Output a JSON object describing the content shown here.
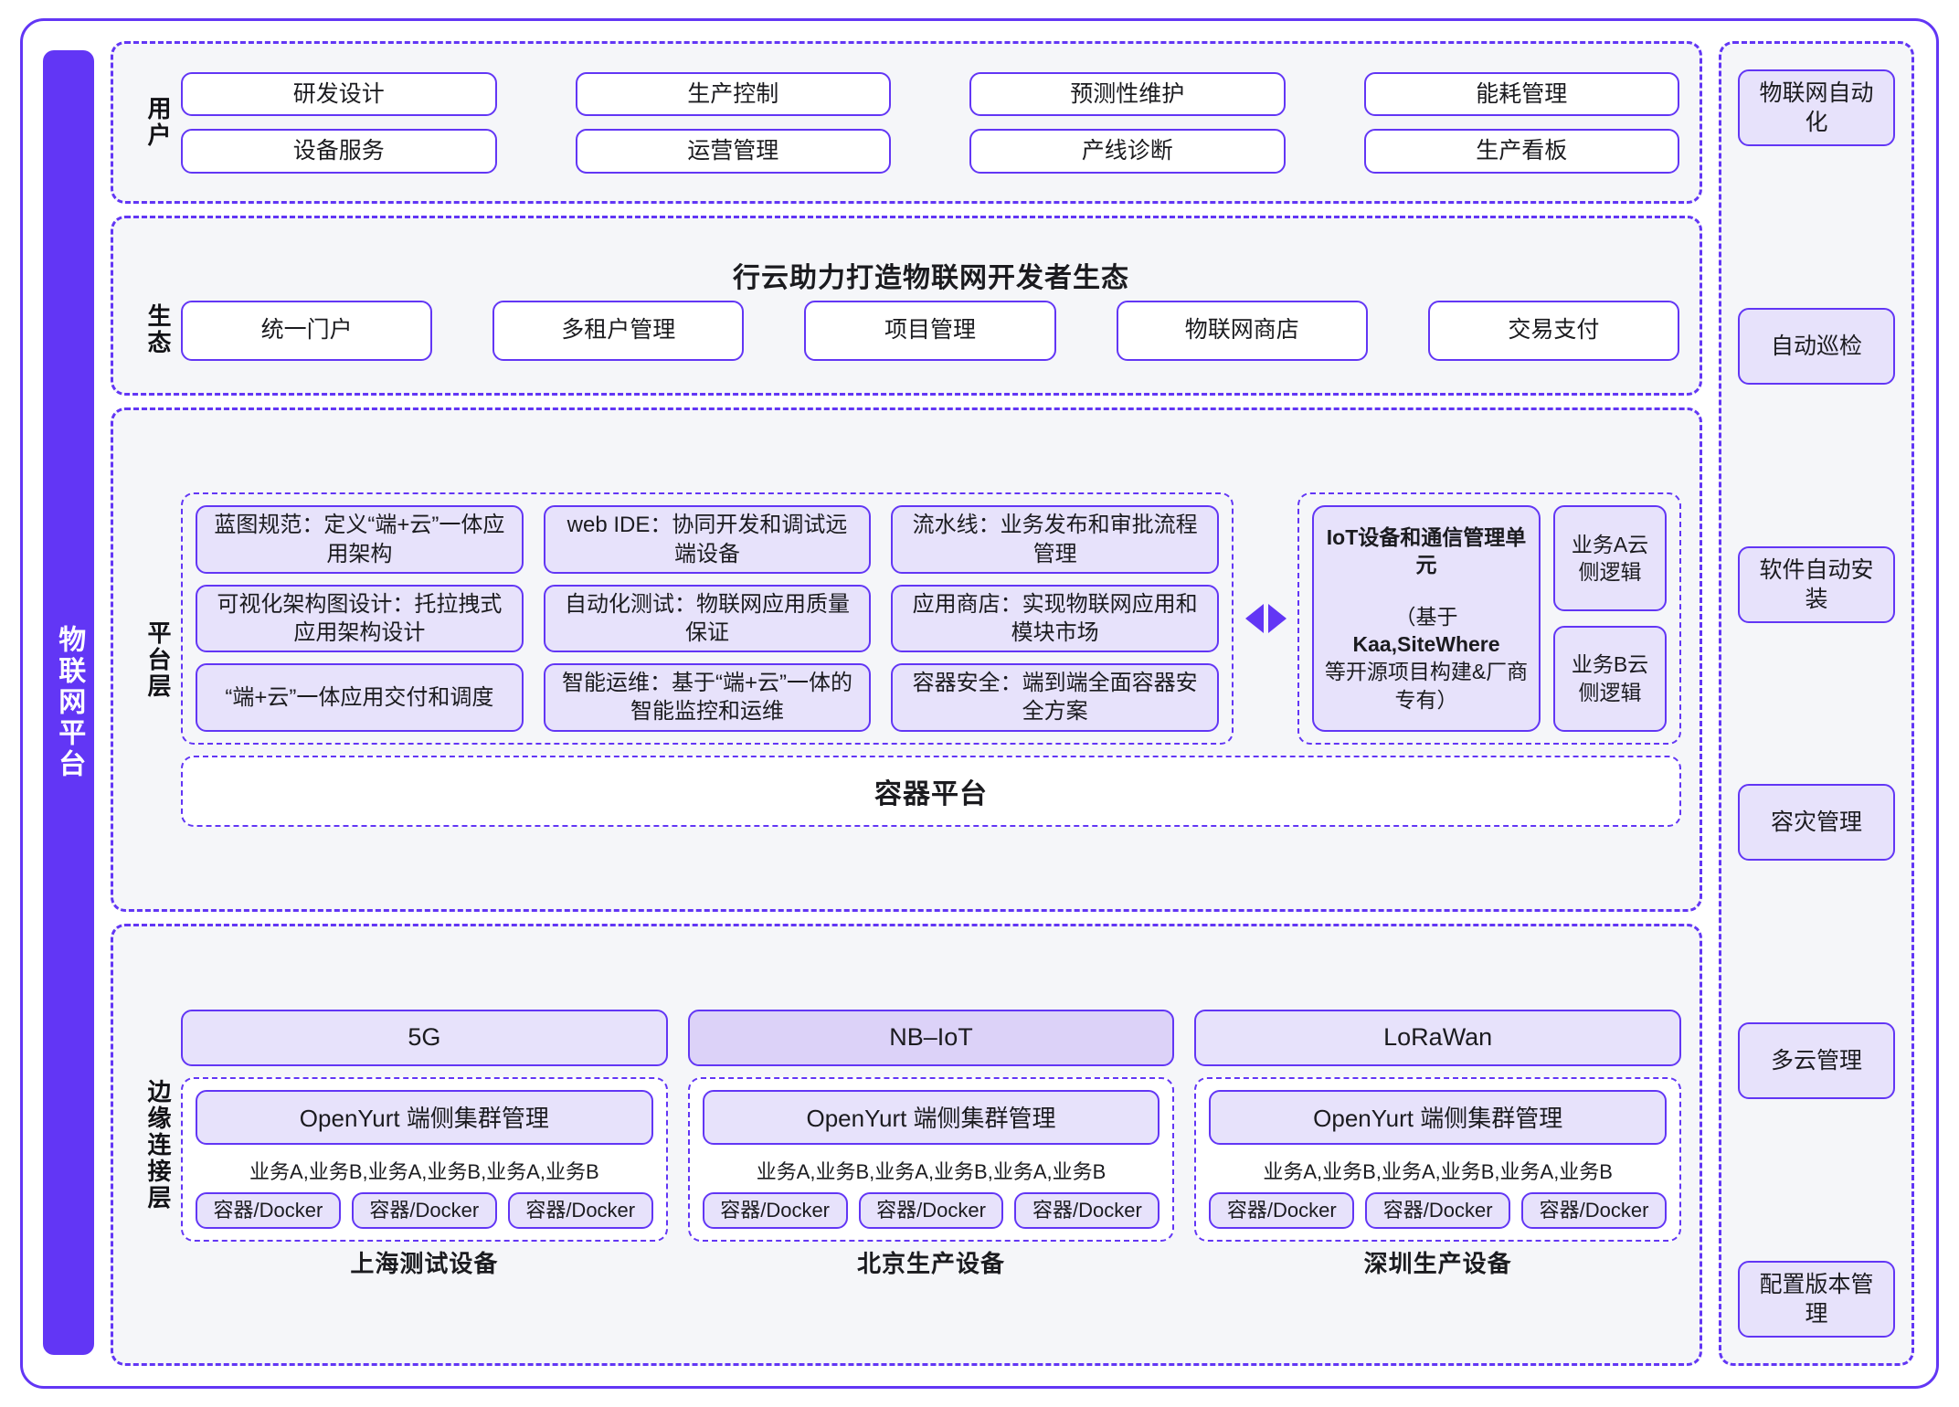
{
  "spine": {
    "label": "物联网平台"
  },
  "layers": {
    "user": {
      "label": "用户",
      "items": [
        "研发设计",
        "生产控制",
        "预测性维护",
        "能耗管理",
        "设备服务",
        "运营管理",
        "产线诊断",
        "生产看板"
      ]
    },
    "ecosystem": {
      "label": "生态",
      "title": "行云助力打造物联网开发者生态",
      "items": [
        "统一门户",
        "多租户管理",
        "项目管理",
        "物联网商店",
        "交易支付"
      ]
    },
    "platform": {
      "label": "平台层",
      "capabilities": [
        "蓝图规范：定义“端+云”一体应用架构",
        "web IDE：协同开发和调试远端设备",
        "流水线：业务发布和审批流程管理",
        "可视化架构图设计：托拉拽式应用架构设计",
        "自动化测试：物联网应用质量保证",
        "应用商店：实现物联网应用和模块市场",
        "“端+云”一体应用交付和调度",
        "智能运维：基于“端+云”一体的智能监控和运维",
        "容器安全：端到端全面容器安全方案"
      ],
      "iot_unit": {
        "head": "IoT设备和通信管理单元",
        "sub_open": "（基于",
        "kaa": "Kaa,SiteWhere",
        "sub_tail": "等开源项目构建&厂商专有）"
      },
      "business_logic": [
        "业务A云侧逻辑",
        "业务B云侧逻辑"
      ],
      "container_platform": "容器平台",
      "arrow_left_icon": "triangle-left-icon",
      "arrow_right_icon": "triangle-right-icon"
    },
    "edge": {
      "label": "边缘连接层",
      "networks": [
        "5G",
        "NB–IoT",
        "LoRaWan"
      ],
      "sites": [
        {
          "cluster": "OpenYurt 端侧集群管理",
          "business": "业务A,业务B,业务A,业务B,业务A,业务B",
          "containers": [
            "容器/Docker",
            "容器/Docker",
            "容器/Docker"
          ],
          "name": "上海测试设备"
        },
        {
          "cluster": "OpenYurt 端侧集群管理",
          "business": "业务A,业务B,业务A,业务B,业务A,业务B",
          "containers": [
            "容器/Docker",
            "容器/Docker",
            "容器/Docker"
          ],
          "name": "北京生产设备"
        },
        {
          "cluster": "OpenYurt 端侧集群管理",
          "business": "业务A,业务B,业务A,业务B,业务A,业务B",
          "containers": [
            "容器/Docker",
            "容器/Docker",
            "容器/Docker"
          ],
          "name": "深圳生产设备"
        }
      ]
    }
  },
  "ops": {
    "items": [
      "物联网自动化",
      "自动巡检",
      "软件自动安装",
      "容灾管理",
      "多云管理",
      "配置版本管理"
    ]
  },
  "colors": {
    "accent": "#6236F5",
    "lavender_fill": "#E7E2FB",
    "lavender_strong": "#DCD2F8",
    "panel_bg": "#F5F6F9",
    "text": "#1b1b1f"
  }
}
